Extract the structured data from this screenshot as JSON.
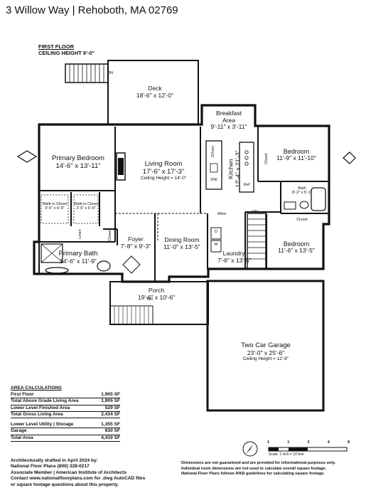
{
  "title": "3 Willow Way | Rehoboth, MA 02769",
  "floor": {
    "name": "FIRST FLOOR",
    "ceiling": "CEILING HEIGHT 9'-0\""
  },
  "rooms": {
    "deck": {
      "name": "Deck",
      "dims": "18'-6\" x 12'-0\""
    },
    "breakfast": {
      "name1": "Breakfast",
      "name2": "Area",
      "dims": "9'-11\" x 3'-11\""
    },
    "primary_bedroom": {
      "name": "Primary Bedroom",
      "dims": "14'-6\" x 13'-11\""
    },
    "living": {
      "name": "Living Room",
      "dims": "17'-6\" x 17'-3\"",
      "ceiling": "Ceiling Height = 14'-0\""
    },
    "kitchen": {
      "name": "Kitchen",
      "dims": "12'-4\" x 21'-3\""
    },
    "bedroom1": {
      "name": "Bedroom",
      "dims": "11'-9\" x 11'-10\""
    },
    "bedroom2": {
      "name": "Bedroom",
      "dims": "11'-6\" x 13'-5\""
    },
    "bath": {
      "name": "Bath",
      "dims": "8'-2\" x 5'-1\""
    },
    "closet_bed1": "Closet",
    "closet_bed2": "Closet",
    "walkin1": {
      "name": "Walk-in Closet",
      "dims": "3'-5\" x 6'-8\""
    },
    "walkin2": {
      "name": "Walk-in Closet",
      "dims": "3'-5\" x 6'-8\""
    },
    "linen": "Linen",
    "closet_bath": "Closet",
    "primary_bath": {
      "name": "Primary Bath",
      "dims": "14'-6\" x 11'-9\""
    },
    "foyer": {
      "name": "Foyer",
      "dims": "7'-8\" x 9'-3\""
    },
    "dining": {
      "name": "Dining Room",
      "dims": "11'-0\" x 13'-5\""
    },
    "laundry": {
      "name": "Laundry",
      "dims": "7'-6\" x 13'-5\""
    },
    "porch": {
      "name": "Porch",
      "dims": "19'-6\" x 10'-6\""
    },
    "garage": {
      "name": "Two Car Garage",
      "dims": "23'-0\" x 25'-6\"",
      "ceiling": "Ceiling Height = 12'-8\""
    }
  },
  "fixtures": {
    "fireplace": "Fireplace",
    "oven": "2Oven",
    "dw": "DW",
    "ref": "Ref",
    "wine": "Wine",
    "dryer": "D",
    "washer": "W",
    "dn_deck": "DN",
    "dn_porch": "DN",
    "dn_stair": "DN"
  },
  "area_calculations": {
    "header": "AREA CALCULATIONS",
    "rows1": [
      {
        "label": "First Floor",
        "value": "1,905 SF"
      },
      {
        "label": "Total Above Grade Living Area",
        "value": "1,905 SF"
      },
      {
        "label": "Lower Level Finished Area",
        "value": "529 SF"
      },
      {
        "label": "Total Gross Living Area",
        "value": "2,434 SF"
      }
    ],
    "rows2": [
      {
        "label": "Lower Level Utility | Storage",
        "value": "1,355 SF"
      },
      {
        "label": "Garage",
        "value": "630 SF"
      },
      {
        "label": "Total Area",
        "value": "4,419 SF"
      }
    ]
  },
  "credits": {
    "line1": "Architecturally drafted in April 2024 by:",
    "line2": "National Floor Plans   (800) 328-0217",
    "line3": "Associate Member | American Institute of Architects",
    "line4": "Contact www.nationalfloorplans.com for .dwg AutoCAD files",
    "line5": "or square footage questions about this property."
  },
  "disclaimer": {
    "line1": "Dimensions are not guaranteed and are provided for informational purposes only.",
    "line2": "Individual room dimensions are not used to calculate overall square footage.",
    "line3": "National Floor Plans follows ANSI guidelines for calculating square footage."
  },
  "scale": {
    "ticks": [
      "1",
      "1",
      "2",
      "4",
      "8"
    ],
    "caption": "Scale: 1 inch = 10 feet"
  }
}
